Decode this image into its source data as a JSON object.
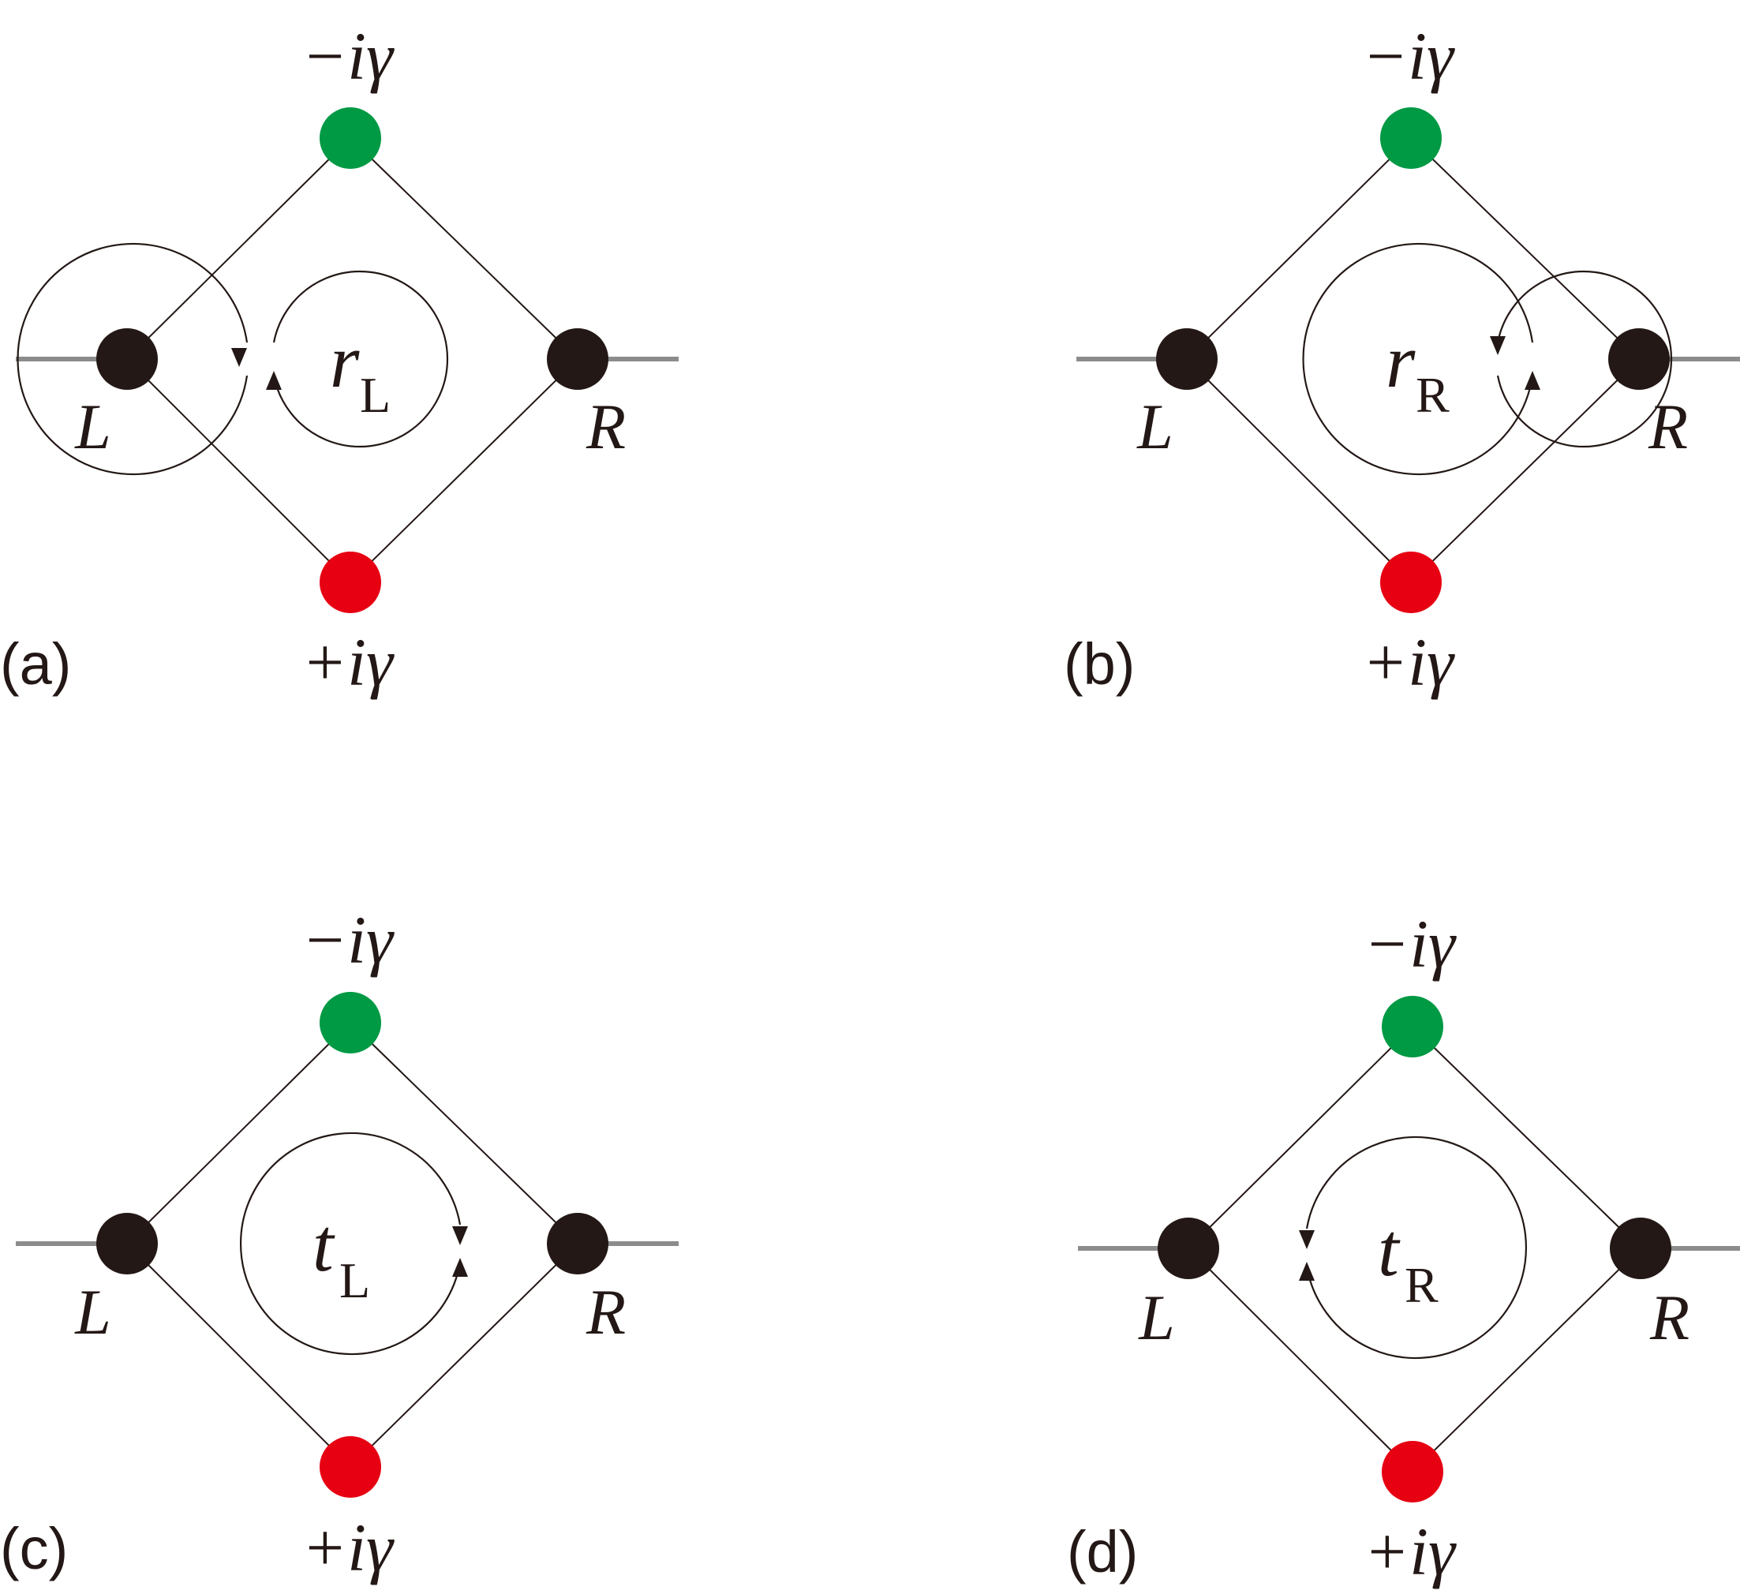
{
  "colors": {
    "ink": "#231815",
    "lead": "#8c8c8c",
    "loss_site": "#009944",
    "gain_site": "#e60012",
    "port_site": "#231815"
  },
  "panels": [
    {
      "id": "a",
      "label": "(a)",
      "top_potential": "−iγ",
      "bottom_potential": "+iγ",
      "left_port": "L",
      "right_port": "R",
      "center_symbol": "r",
      "center_subscript": "L",
      "loops": 2,
      "arrow_side": "left"
    },
    {
      "id": "b",
      "label": "(b)",
      "top_potential": "−iγ",
      "bottom_potential": "+iγ",
      "left_port": "L",
      "right_port": "R",
      "center_symbol": "r",
      "center_subscript": "R",
      "loops": 2,
      "arrow_side": "right"
    },
    {
      "id": "c",
      "label": "(c)",
      "top_potential": "−iγ",
      "bottom_potential": "+iγ",
      "left_port": "L",
      "right_port": "R",
      "center_symbol": "t",
      "center_subscript": "L",
      "loops": 1,
      "arrow_side": "right"
    },
    {
      "id": "d",
      "label": "(d)",
      "top_potential": "−iγ",
      "bottom_potential": "+iγ",
      "left_port": "L",
      "right_port": "R",
      "center_symbol": "t",
      "center_subscript": "R",
      "loops": 1,
      "arrow_side": "left"
    }
  ]
}
